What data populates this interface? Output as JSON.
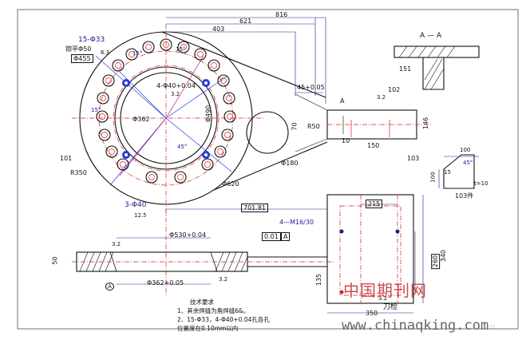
{
  "labels": {
    "holes_15": "15-Φ33",
    "countersink": "锪平Φ50",
    "spot_face": "6.3",
    "dia455": "Φ455",
    "holes_4": "4-Φ40+0.04",
    "ra32": "3.2",
    "dia362": "Φ362",
    "dia490": "Φ490",
    "dia620": "Φ620",
    "r350": "R350",
    "angle15a": "15°",
    "angle15b": "15°",
    "angle15c": "15°",
    "angle45": "45°",
    "part101": "101",
    "dia180": "Φ180",
    "r50": "R50",
    "dim70": "70",
    "dim10": "10",
    "dim150": "150",
    "dim146": "146",
    "dim45": "45+0.05",
    "ra32b": "3.2",
    "part102": "102",
    "part103": "103",
    "section_a": "A",
    "section_title": "A — A",
    "dim151": "151",
    "dim816": "816",
    "dim621": "621",
    "dim403": "403",
    "holes_3": "3-Φ40",
    "ra125": "12.5",
    "detail_100": "100",
    "detail_45": "45°",
    "detail_15": "15",
    "detail_t": "t=10",
    "detail_100v": "100",
    "detail_part": "103件",
    "dim70181": "701.81",
    "dim215": "215",
    "thread": "4—M16/30",
    "dia530": "Φ530+0.04",
    "tol": "0.01",
    "datum_a": "A",
    "ra32c": "3.2",
    "dim50": "50",
    "dia362b": "Φ362+0.05",
    "datum_circle": "A",
    "ra32d": "3.2",
    "dim135": "135",
    "dim260": "260",
    "dim340": "340",
    "dim350": "350",
    "ra32e": "3.2",
    "knife": "刀检"
  },
  "notes": {
    "title": "技术要求",
    "line1": "1、其余焊缝为角焊缝6&。",
    "line2": "2、15-Φ33，4-Φ40+0.04孔各孔",
    "line3": "位置度在0.10mm以内"
  },
  "watermark": {
    "cn": "中国期刊网",
    "url": "www.chinaqking.com",
    "tail": "··"
  },
  "colors": {
    "line": "#111111",
    "dim": "#1a1a8c",
    "center": "#d42020",
    "blue": "#2b3bd6",
    "magenta": "#b0208a",
    "wm_red": "#c0302f",
    "wm_gray": "#666666"
  }
}
